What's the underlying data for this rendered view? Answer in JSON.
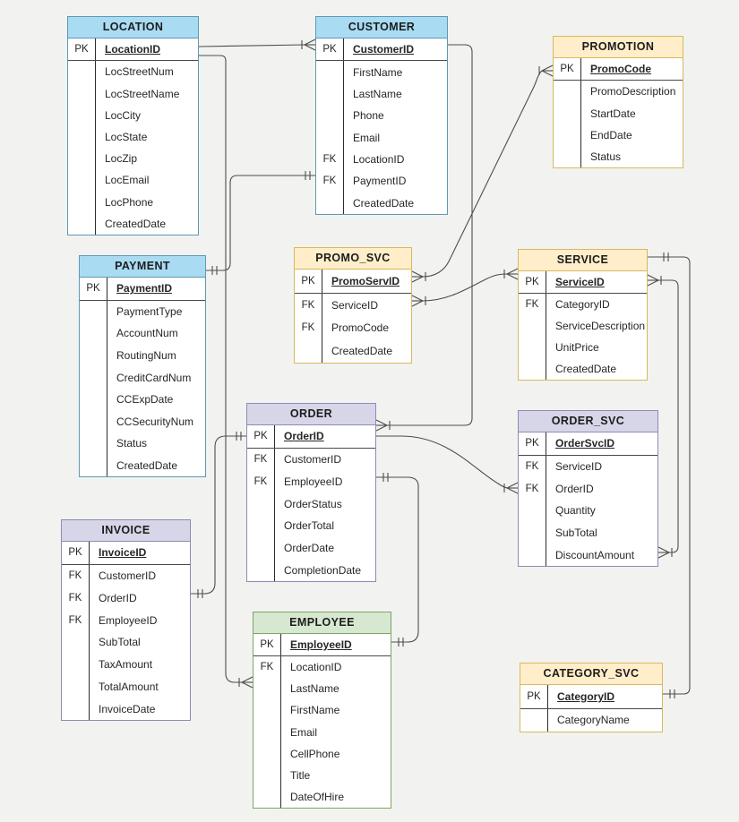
{
  "diagram": {
    "type": "entity-relationship",
    "notation": "crow-foot",
    "colors": {
      "blue_header": "#a9dcf3",
      "blue_border": "#5d99b4",
      "yellow_header": "#ffeec9",
      "yellow_border": "#d8b95e",
      "purple_header": "#d7d5e8",
      "purple_border": "#8c8cb4",
      "green_header": "#d6e8d0",
      "green_border": "#7ea567",
      "connector": "#4d4d4d"
    }
  },
  "tables": [
    {
      "name": "LOCATION",
      "theme": "blue",
      "fields": [
        {
          "key": "PK",
          "name": "LocationID",
          "pk": true
        },
        {
          "key": "",
          "name": "LocStreetNum"
        },
        {
          "key": "",
          "name": "LocStreetName"
        },
        {
          "key": "",
          "name": "LocCity"
        },
        {
          "key": "",
          "name": "LocState"
        },
        {
          "key": "",
          "name": "LocZip"
        },
        {
          "key": "",
          "name": "LocEmail"
        },
        {
          "key": "",
          "name": "LocPhone"
        },
        {
          "key": "",
          "name": "CreatedDate"
        }
      ]
    },
    {
      "name": "CUSTOMER",
      "theme": "blue",
      "fields": [
        {
          "key": "PK",
          "name": "CustomerID",
          "pk": true
        },
        {
          "key": "",
          "name": "FirstName"
        },
        {
          "key": "",
          "name": "LastName"
        },
        {
          "key": "",
          "name": "Phone"
        },
        {
          "key": "",
          "name": "Email"
        },
        {
          "key": "FK",
          "name": "LocationID"
        },
        {
          "key": "FK",
          "name": "PaymentID"
        },
        {
          "key": "",
          "name": "CreatedDate"
        }
      ]
    },
    {
      "name": "PROMOTION",
      "theme": "yellow",
      "fields": [
        {
          "key": "PK",
          "name": "PromoCode",
          "pk": true
        },
        {
          "key": "",
          "name": "PromoDescription"
        },
        {
          "key": "",
          "name": "StartDate"
        },
        {
          "key": "",
          "name": "EndDate"
        },
        {
          "key": "",
          "name": "Status"
        }
      ]
    },
    {
      "name": "PAYMENT",
      "theme": "blue",
      "fields": [
        {
          "key": "PK",
          "name": "PaymentID",
          "pk": true
        },
        {
          "key": "",
          "name": "PaymentType"
        },
        {
          "key": "",
          "name": "AccountNum"
        },
        {
          "key": "",
          "name": "RoutingNum"
        },
        {
          "key": "",
          "name": "CreditCardNum"
        },
        {
          "key": "",
          "name": "CCExpDate"
        },
        {
          "key": "",
          "name": "CCSecurityNum"
        },
        {
          "key": "",
          "name": "Status"
        },
        {
          "key": "",
          "name": "CreatedDate"
        }
      ]
    },
    {
      "name": "PROMO_SVC",
      "theme": "yellow",
      "fields": [
        {
          "key": "PK",
          "name": "PromoServID",
          "pk": true
        },
        {
          "key": "FK",
          "name": "ServiceID"
        },
        {
          "key": "FK",
          "name": "PromoCode"
        },
        {
          "key": "",
          "name": "CreatedDate"
        }
      ]
    },
    {
      "name": "SERVICE",
      "theme": "yellow",
      "fields": [
        {
          "key": "PK",
          "name": "ServiceID",
          "pk": true
        },
        {
          "key": "FK",
          "name": "CategoryID"
        },
        {
          "key": "",
          "name": "ServiceDescription"
        },
        {
          "key": "",
          "name": "UnitPrice"
        },
        {
          "key": "",
          "name": "CreatedDate"
        }
      ]
    },
    {
      "name": "ORDER",
      "theme": "purple",
      "fields": [
        {
          "key": "PK",
          "name": "OrderID",
          "pk": true
        },
        {
          "key": "FK",
          "name": "CustomerID"
        },
        {
          "key": "FK",
          "name": "EmployeeID"
        },
        {
          "key": "",
          "name": "OrderStatus"
        },
        {
          "key": "",
          "name": "OrderTotal"
        },
        {
          "key": "",
          "name": "OrderDate"
        },
        {
          "key": "",
          "name": "CompletionDate"
        }
      ]
    },
    {
      "name": "ORDER_SVC",
      "theme": "purple",
      "fields": [
        {
          "key": "PK",
          "name": "OrderSvcID",
          "pk": true
        },
        {
          "key": "FK",
          "name": "ServiceID"
        },
        {
          "key": "FK",
          "name": "OrderID"
        },
        {
          "key": "",
          "name": "Quantity"
        },
        {
          "key": "",
          "name": "SubTotal"
        },
        {
          "key": "",
          "name": "DiscountAmount"
        }
      ]
    },
    {
      "name": "INVOICE",
      "theme": "purple",
      "fields": [
        {
          "key": "PK",
          "name": "InvoiceID",
          "pk": true
        },
        {
          "key": "FK",
          "name": "CustomerID"
        },
        {
          "key": "FK",
          "name": "OrderID"
        },
        {
          "key": "FK",
          "name": "EmployeeID"
        },
        {
          "key": "",
          "name": "SubTotal"
        },
        {
          "key": "",
          "name": "TaxAmount"
        },
        {
          "key": "",
          "name": "TotalAmount"
        },
        {
          "key": "",
          "name": "InvoiceDate"
        }
      ]
    },
    {
      "name": "EMPLOYEE",
      "theme": "green",
      "fields": [
        {
          "key": "PK",
          "name": "EmployeeID",
          "pk": true
        },
        {
          "key": "FK",
          "name": "LocationID"
        },
        {
          "key": "",
          "name": "LastName"
        },
        {
          "key": "",
          "name": "FirstName"
        },
        {
          "key": "",
          "name": "Email"
        },
        {
          "key": "",
          "name": "CellPhone"
        },
        {
          "key": "",
          "name": "Title"
        },
        {
          "key": "",
          "name": "DateOfHire"
        }
      ]
    },
    {
      "name": "CATEGORY_SVC",
      "theme": "yellow",
      "fields": [
        {
          "key": "PK",
          "name": "CategoryID",
          "pk": true
        },
        {
          "key": "",
          "name": "CategoryName"
        }
      ]
    }
  ],
  "relationships": [
    {
      "id": "r1",
      "from": "LOCATION",
      "to": "CUSTOMER",
      "from_end": "plain",
      "to_end": "many"
    },
    {
      "id": "r2",
      "from": "LOCATION",
      "to": "EMPLOYEE",
      "from_end": "plain",
      "to_end": "many"
    },
    {
      "id": "r3",
      "from": "PAYMENT",
      "to": "CUSTOMER",
      "from_end": "one",
      "to_end": "one"
    },
    {
      "id": "r4",
      "from": "CUSTOMER",
      "to": "ORDER",
      "from_end": "plain",
      "to_end": "many"
    },
    {
      "id": "r5",
      "from": "PROMO_SVC",
      "to": "PROMOTION",
      "from_end": "many",
      "to_end": "many"
    },
    {
      "id": "r6",
      "from": "PROMO_SVC",
      "to": "SERVICE",
      "from_end": "many",
      "to_end": "many"
    },
    {
      "id": "r7",
      "from": "SERVICE",
      "to": "ORDER_SVC",
      "from_end": "many",
      "to_end": "many"
    },
    {
      "id": "r8",
      "from": "SERVICE",
      "to": "CATEGORY_SVC",
      "from_end": "one",
      "to_end": "one"
    },
    {
      "id": "r9",
      "from": "ORDER",
      "to": "ORDER_SVC",
      "from_end": "plain",
      "to_end": "many"
    },
    {
      "id": "r10",
      "from": "ORDER",
      "to": "EMPLOYEE",
      "from_end": "one",
      "to_end": "one"
    },
    {
      "id": "r11",
      "from": "INVOICE",
      "to": "ORDER",
      "from_end": "one",
      "to_end": "one"
    }
  ]
}
